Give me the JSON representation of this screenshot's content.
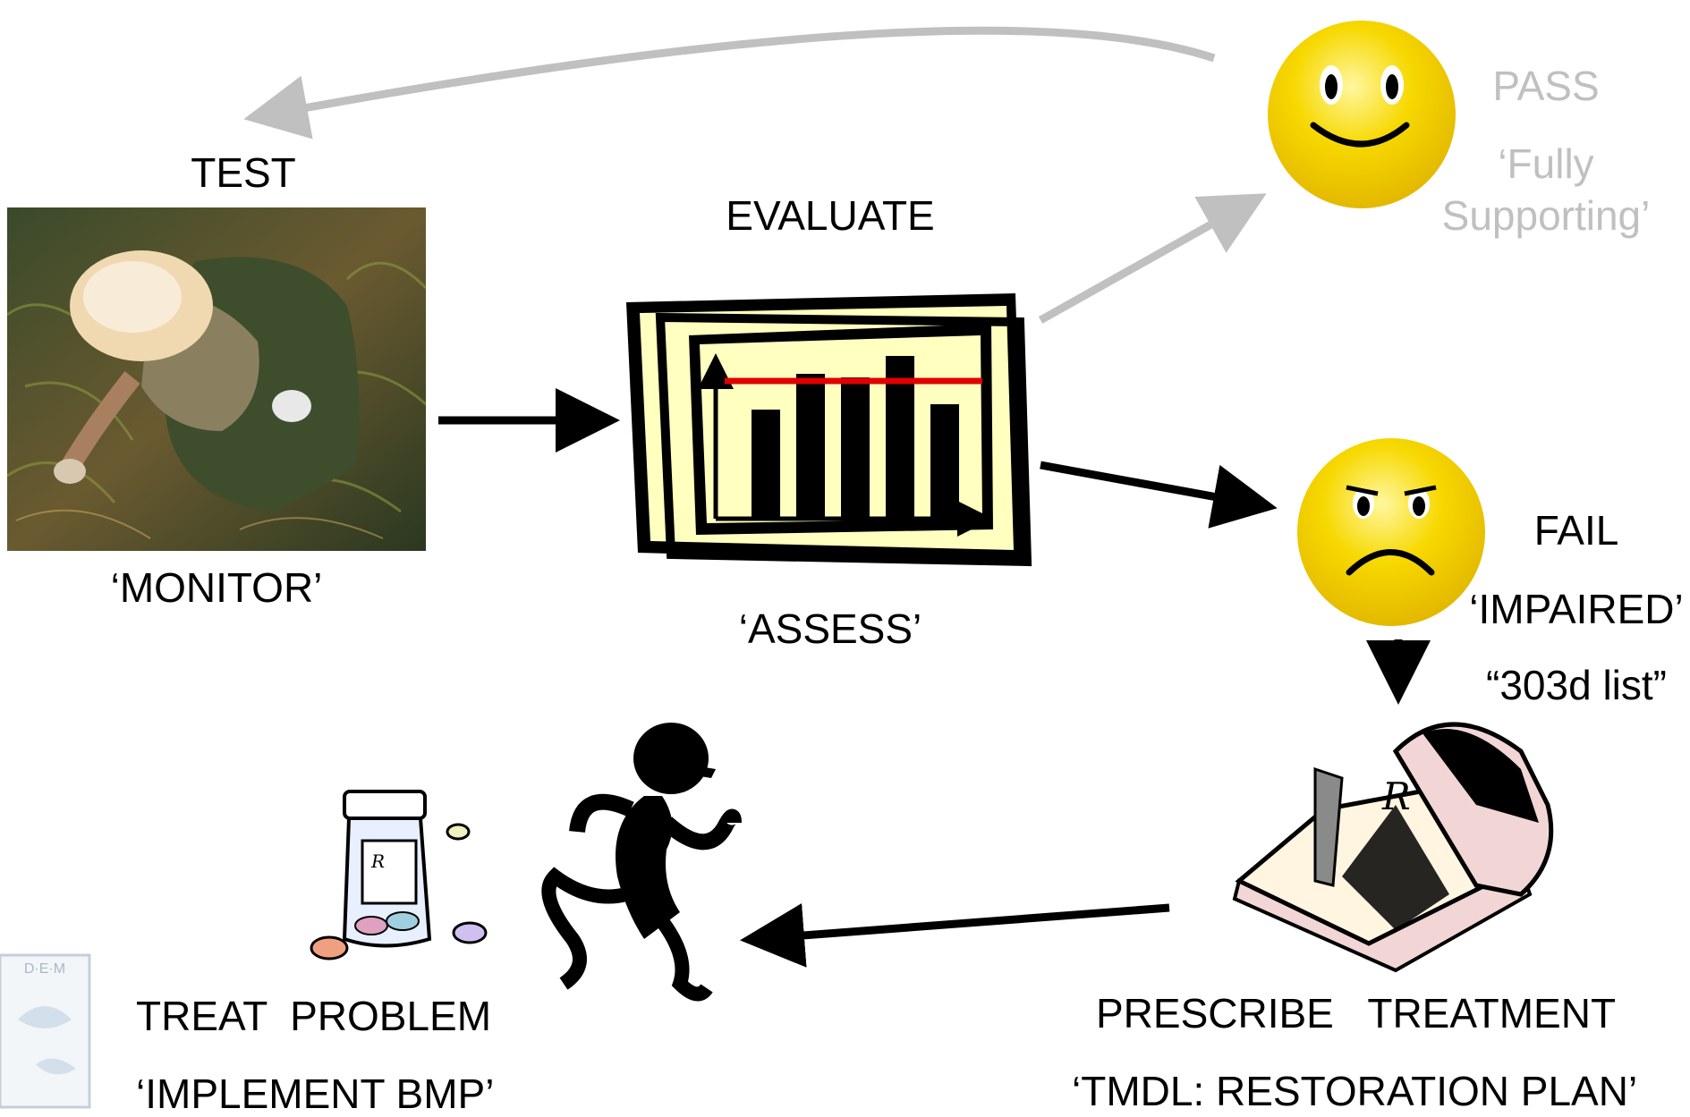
{
  "colors": {
    "arrow_black": "#000000",
    "arrow_grey": "#c0c0c0",
    "smiley_yellow": "#f7d800",
    "chart_bg": "#ffffc0",
    "threshold_red": "#e00000"
  },
  "test": {
    "heading": "TEST",
    "caption": "‘MONITOR’"
  },
  "evaluate": {
    "heading": "EVALUATE",
    "caption": "‘ASSESS’"
  },
  "pass": {
    "heading": "PASS",
    "caption_line1": "‘Fully",
    "caption_line2": "Supporting’"
  },
  "fail": {
    "heading": "FAIL",
    "caption_line1": "‘IMPAIRED’",
    "caption_line2": "“303d list”"
  },
  "prescribe": {
    "heading": "PRESCRIBE   TREATMENT",
    "caption": "‘TMDL: RESTORATION PLAN’"
  },
  "treat": {
    "heading": "TREAT  PROBLEM",
    "caption": "‘IMPLEMENT BMP’"
  },
  "logo": {
    "text": "D·E·M"
  },
  "chart_data": {
    "type": "bar",
    "values": [
      6,
      8,
      7.8,
      9,
      6.3
    ],
    "threshold": 7.6,
    "ylim": [
      0,
      10
    ]
  }
}
